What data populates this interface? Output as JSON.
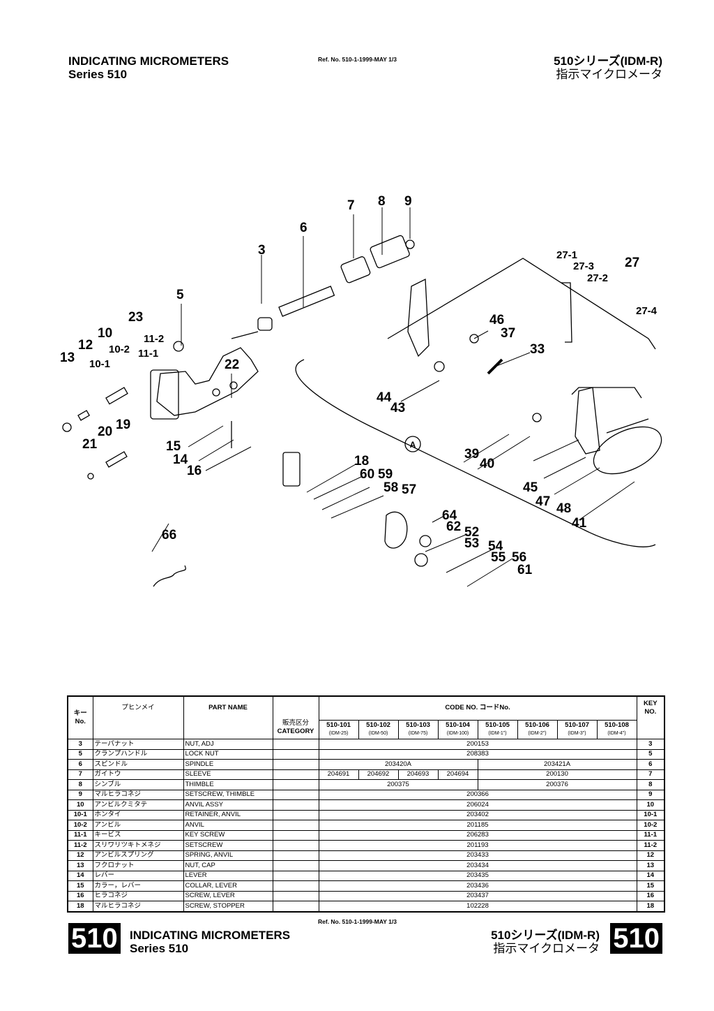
{
  "header": {
    "title": "INDICATING MICROMETERS",
    "subtitle": "Series 510",
    "ref": "Ref. No. 510-1-1999-MAY 1/3",
    "jp_title": "510シリーズ(IDM-R)",
    "jp_subtitle": "指示マイクロメータ"
  },
  "diagram": {
    "callouts": [
      "7",
      "8",
      "9",
      "6",
      "3",
      "5",
      "27-1",
      "27",
      "27-3",
      "27-2",
      "27-4",
      "23",
      "11-2",
      "10",
      "12",
      "10-2",
      "11-1",
      "13",
      "10-1",
      "22",
      "46",
      "37",
      "33",
      "44",
      "43",
      "19",
      "20",
      "21",
      "15",
      "14",
      "16",
      "18",
      "60",
      "59",
      "58",
      "57",
      "39",
      "40",
      "45",
      "47",
      "48",
      "41",
      "64",
      "62",
      "52",
      "53",
      "54",
      "55",
      "56",
      "61",
      "66"
    ],
    "marker": "A"
  },
  "table": {
    "headers": {
      "key_no_jp": "キー",
      "key_no": "No.",
      "part_name_jp": "プヒンメイ",
      "part_name": "PART NAME",
      "category_jp": "販売区分",
      "category": "CATEGORY",
      "code_no": "CODE NO.  コードNo.",
      "key_right": "KEY",
      "key_right_no": "NO."
    },
    "models": [
      {
        "code": "510-101",
        "sub": "(IDM-25)"
      },
      {
        "code": "510-102",
        "sub": "(IDM-50)"
      },
      {
        "code": "510-103",
        "sub": "(IDM-75)"
      },
      {
        "code": "510-104",
        "sub": "(IDM-100)"
      },
      {
        "code": "510-105",
        "sub": "(IDM-1\")"
      },
      {
        "code": "510-106",
        "sub": "(IDM-2\")"
      },
      {
        "code": "510-107",
        "sub": "(IDM-3\")"
      },
      {
        "code": "510-108",
        "sub": "(IDM-4\")"
      }
    ],
    "rows": [
      {
        "key": "3",
        "jp": "テーパナット",
        "name": "NUT, ADJ",
        "codes": [
          {
            "text": "200153",
            "span": 8
          }
        ]
      },
      {
        "key": "5",
        "jp": "クランプハンドル",
        "name": "LOCK NUT",
        "codes": [
          {
            "text": "208383",
            "span": 8
          }
        ]
      },
      {
        "key": "6",
        "jp": "スピンドル",
        "name": "SPINDLE",
        "codes": [
          {
            "text": "203420A",
            "span": 4
          },
          {
            "text": "203421A",
            "span": 4
          }
        ]
      },
      {
        "key": "7",
        "jp": "ガイトウ",
        "name": "SLEEVE",
        "codes": [
          {
            "text": "204691",
            "span": 1
          },
          {
            "text": "204692",
            "span": 1
          },
          {
            "text": "204693",
            "span": 1
          },
          {
            "text": "204694",
            "span": 1
          },
          {
            "text": "200130",
            "span": 4
          }
        ]
      },
      {
        "key": "8",
        "jp": "シンブル",
        "name": "THIMBLE",
        "codes": [
          {
            "text": "200375",
            "span": 4
          },
          {
            "text": "200376",
            "span": 4
          }
        ]
      },
      {
        "key": "9",
        "jp": "マルヒラコネジ",
        "name": "SETSCREW, THIMBLE",
        "codes": [
          {
            "text": "200366",
            "span": 8
          }
        ]
      },
      {
        "key": "10",
        "jp": "アンビルクミタテ",
        "name": "ANVIL ASSY",
        "codes": [
          {
            "text": "206024",
            "span": 8
          }
        ]
      },
      {
        "key": "10-1",
        "jp": "ホンタイ",
        "name": "RETAINER, ANVIL",
        "codes": [
          {
            "text": "203402",
            "span": 8
          }
        ]
      },
      {
        "key": "10-2",
        "jp": "アンビル",
        "name": "ANVIL",
        "codes": [
          {
            "text": "201185",
            "span": 8
          }
        ]
      },
      {
        "key": "11-1",
        "jp": "キービス",
        "name": "KEY SCREW",
        "codes": [
          {
            "text": "206283",
            "span": 8
          }
        ]
      },
      {
        "key": "11-2",
        "jp": "スリワリツキトメネジ",
        "name": "SETSCREW",
        "codes": [
          {
            "text": "201193",
            "span": 8
          }
        ]
      },
      {
        "key": "12",
        "jp": "アンビルスプリング",
        "name": "SPRING, ANVIL",
        "codes": [
          {
            "text": "203433",
            "span": 8
          }
        ]
      },
      {
        "key": "13",
        "jp": "フクロナット",
        "name": "NUT, CAP",
        "codes": [
          {
            "text": "203434",
            "span": 8
          }
        ]
      },
      {
        "key": "14",
        "jp": "レバー",
        "name": "LEVER",
        "codes": [
          {
            "text": "203435",
            "span": 8
          }
        ]
      },
      {
        "key": "15",
        "jp": "カラー，レバー",
        "name": "COLLAR, LEVER",
        "codes": [
          {
            "text": "203436",
            "span": 8
          }
        ]
      },
      {
        "key": "16",
        "jp": "ヒラコネジ",
        "name": "SCREW, LEVER",
        "codes": [
          {
            "text": "203437",
            "span": 8
          }
        ]
      },
      {
        "key": "18",
        "jp": "マルヒラコネジ",
        "name": "SCREW, STOPPER",
        "codes": [
          {
            "text": "102228",
            "span": 8
          }
        ]
      }
    ]
  },
  "footer": {
    "ref": "Ref. No. 510-1-1999-MAY 1/3",
    "badge": "510",
    "title": "INDICATING MICROMETERS",
    "subtitle": "Series 510",
    "jp_title": "510シリーズ(IDM-R)",
    "jp_subtitle": "指示マイクロメータ"
  }
}
